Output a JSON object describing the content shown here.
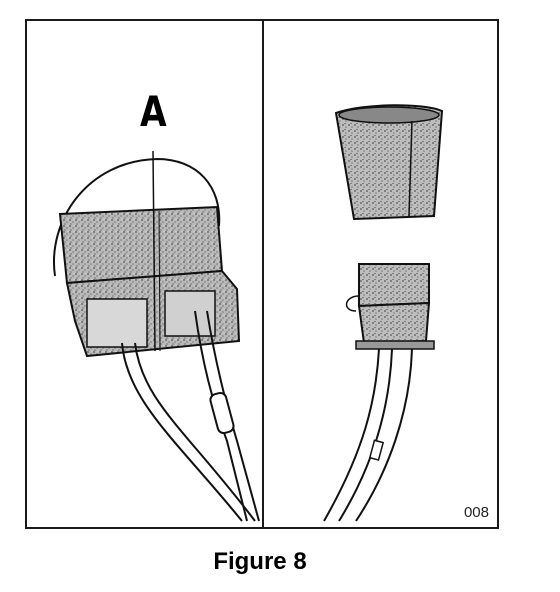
{
  "figure": {
    "callout_label": "A",
    "figure_number": "008",
    "caption": "Figure 8"
  }
}
